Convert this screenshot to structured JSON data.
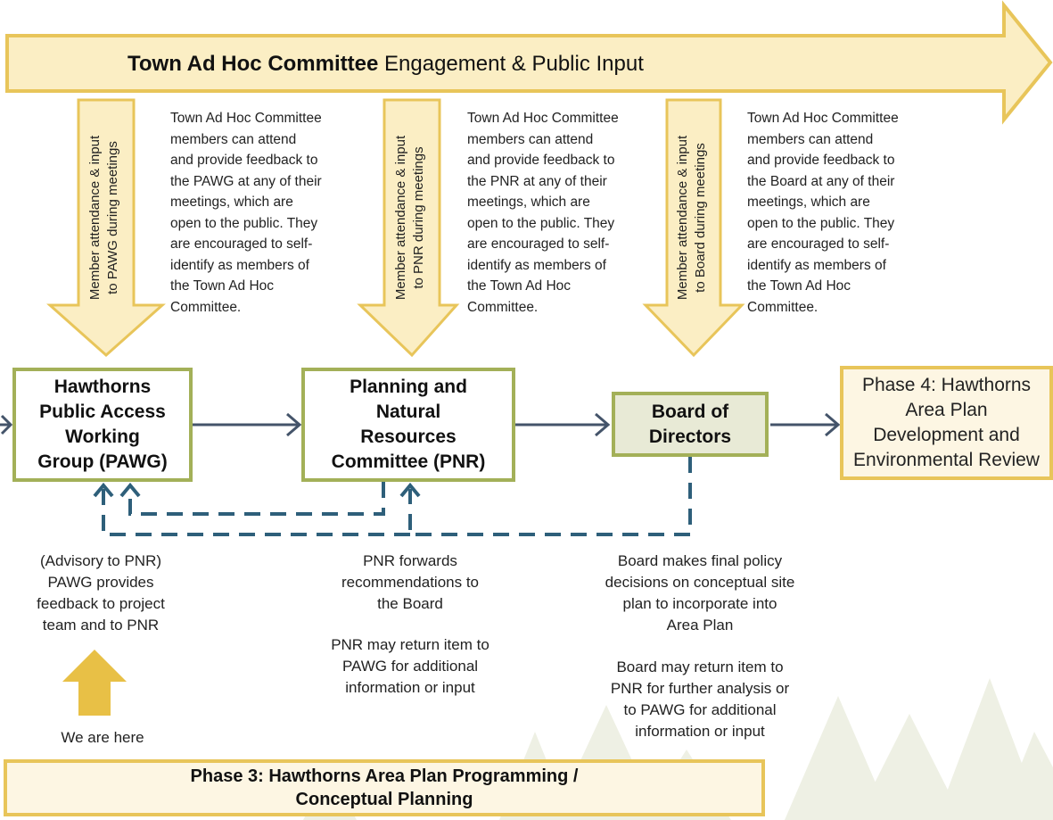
{
  "banner": {
    "bold": "Town Ad Hoc Committee",
    "rest": " Engagement & Public Input"
  },
  "down_arrows": [
    {
      "label": "Member attendance & input\nto PAWG during meetings"
    },
    {
      "label": "Member attendance & input\nto PNR during meetings"
    },
    {
      "label": "Member attendance & input\nto Board during meetings"
    }
  ],
  "descriptions": [
    "Town Ad Hoc Committee\nmembers can attend\nand provide feedback to\nthe PAWG at any of their\nmeetings, which are\nopen to the public. They\nare encouraged to self-\nidentify as members of\nthe Town Ad Hoc\nCommittee.",
    "Town Ad Hoc Committee\nmembers can attend\nand provide feedback to\nthe PNR at any of their\nmeetings, which are\nopen to the public. They\nare encouraged to self-\nidentify as members of\nthe Town Ad Hoc\nCommittee.",
    "Town Ad Hoc Committee\nmembers can attend\nand provide feedback to\nthe Board at any of their\nmeetings, which are\nopen to the public. They\nare encouraged to self-\nidentify as members of\nthe Town Ad Hoc\nCommittee."
  ],
  "boxes": {
    "pawg": "Hawthorns\nPublic Access\nWorking\nGroup (PAWG)",
    "pnr": "Planning and\nNatural\nResources\nCommittee (PNR)",
    "board": "Board of\nDirectors",
    "phase4": "Phase 4: Hawthorns\nArea Plan\nDevelopment and\nEnvironmental Review"
  },
  "notes": {
    "pawg": "(Advisory to PNR)\nPAWG provides\nfeedback to project\nteam and to PNR",
    "pnr_1": "PNR forwards\nrecommendations to\nthe Board",
    "pnr_2": "PNR may return item to\nPAWG for additional\ninformation or input",
    "board_1": "Board makes final policy\ndecisions on conceptual site\nplan to incorporate into\nArea Plan",
    "board_2": "Board may return item to\nPNR for further analysis or\nto PAWG for additional\ninformation or input"
  },
  "we_are_here": "We are here",
  "phase3": "Phase 3: Hawthorns Area Plan Programming /\nConceptual Planning",
  "colors": {
    "arrow_fill": "#fbeec4",
    "arrow_stroke": "#e8c55a",
    "box_border": "#a3b058",
    "connector": "#44546a",
    "dashed": "#2e5f7a",
    "here_arrow": "#e8c046"
  }
}
